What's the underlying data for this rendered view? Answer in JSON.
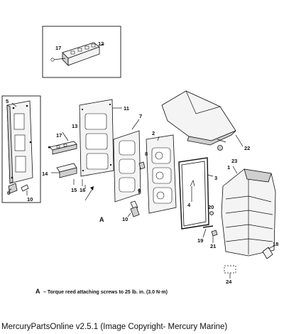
{
  "callouts": {
    "c1": "1",
    "c2": "2",
    "c3": "3",
    "c4": "4",
    "c5": "5",
    "c6": "6",
    "c7": "7",
    "c8": "8",
    "c9": "9",
    "c10a": "10",
    "c10b": "10",
    "c11": "11",
    "c12": "12",
    "c13": "13",
    "c14": "14",
    "c15": "15",
    "c16": "16",
    "c17a": "17",
    "c17b": "17",
    "c18": "18",
    "c19": "19",
    "c20": "20",
    "c21": "21",
    "c22": "22",
    "c23": "23",
    "c24": "24",
    "ref_a": "A"
  },
  "note": {
    "letter": "A",
    "text": "– Torque reed attaching screws to 25 lb. in. (3.0 N·m)"
  },
  "footer": "MercuryPartsOnline v2.5.1 (Image Copyright- Mercury Marine)"
}
